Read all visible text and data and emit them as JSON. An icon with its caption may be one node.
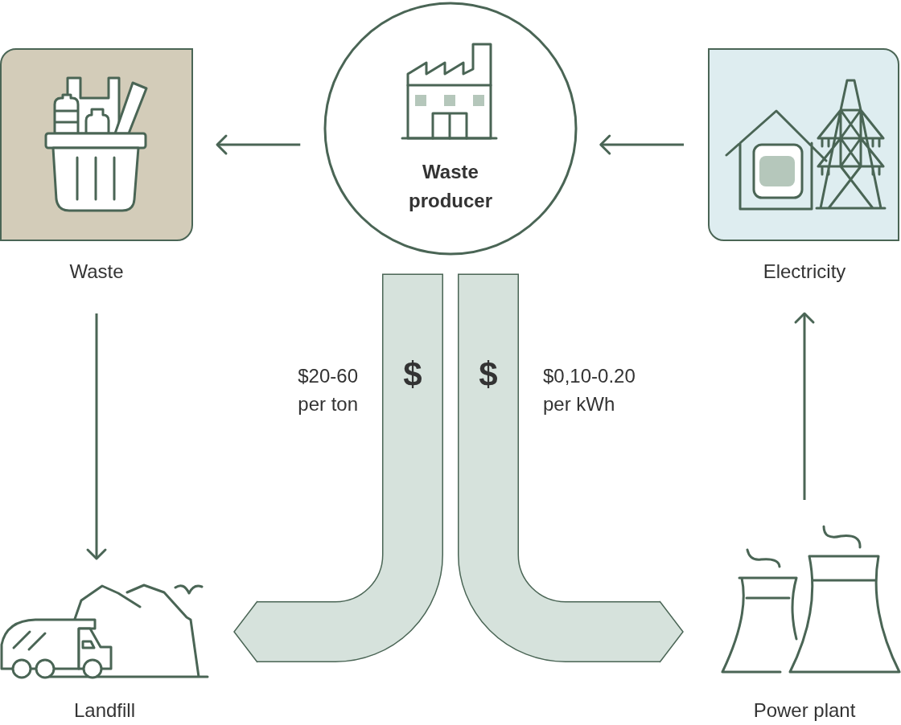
{
  "diagram": {
    "nodes": [
      {
        "text": [
          "Waste producer"
        ]
      },
      {
        "text": [
          "Waste"
        ]
      },
      {
        "text": [
          "Electricity"
        ]
      },
      {
        "text": [
          "Landfill"
        ]
      },
      {
        "text": [
          "Power plant"
        ]
      }
    ],
    "edges": [
      {
        "from": 0,
        "to": 1,
        "arrow": "to"
      },
      {
        "from": 2,
        "to": 0,
        "arrow": "to"
      },
      {
        "from": 1,
        "to": 3,
        "arrow": "to"
      },
      {
        "from": 4,
        "to": 2,
        "arrow": "to"
      },
      {
        "from": 0,
        "to": 3,
        "arrow": "to",
        "label": "$",
        "style": "thick",
        "color": "#d6e2dc"
      },
      {
        "from": 0,
        "to": 4,
        "arrow": "to",
        "label": "$",
        "style": "thick",
        "color": "#d6e2dc"
      }
    ],
    "labels": [
      "$20-60 per ton",
      "$0,10-0.20 per kWh"
    ]
  }
}
